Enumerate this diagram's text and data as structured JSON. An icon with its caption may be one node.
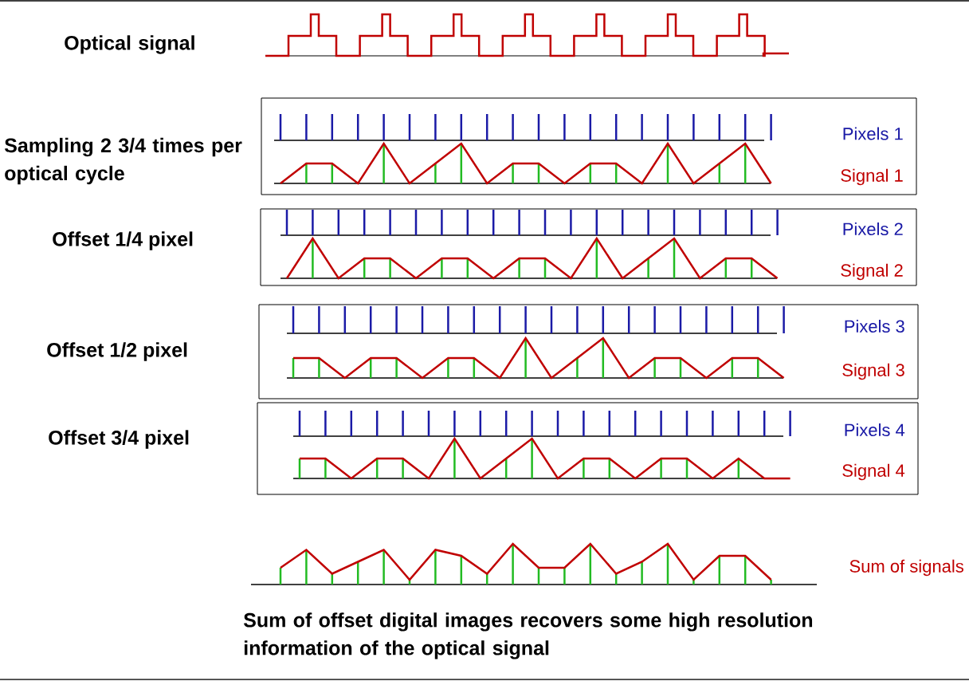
{
  "diagram": {
    "nodes": [
      {
        "text": [
          "Pixels 1",
          "Signal 1"
        ]
      },
      {
        "text": [
          "Pixels 2",
          "Signal 2"
        ]
      },
      {
        "text": [
          "Pixels 3",
          "Signal 3"
        ]
      },
      {
        "text": [
          "Pixels 4",
          "Signal 4"
        ]
      }
    ],
    "labels": [
      "Optical signal",
      "Sampling 2 3/4 times per optical cycle",
      "Offset 1/4 pixel",
      "Offset 1/2 pixel",
      "Offset 3/4 pixel",
      "Sum of signals"
    ],
    "caption": "Sum of offset digital images recovers some high resolution information of the optical signal"
  }
}
